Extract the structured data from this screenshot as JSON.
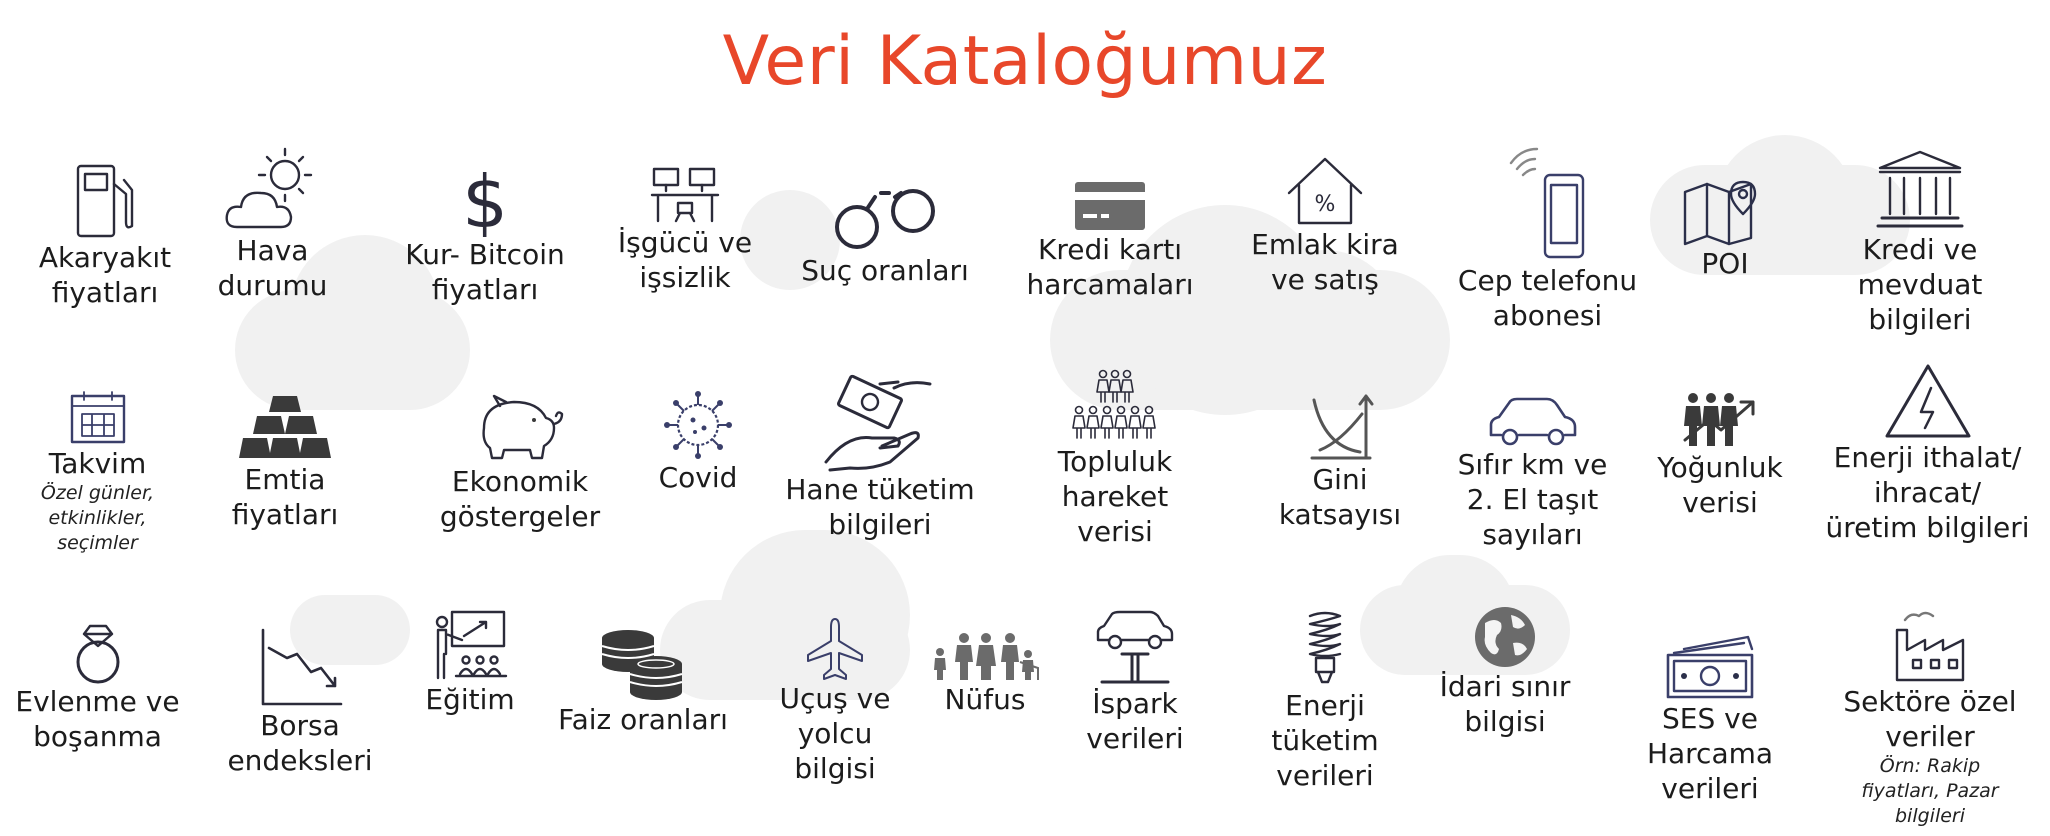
{
  "page": {
    "title": "Veri Kataloğumuz",
    "accent_color": "#e8472a"
  },
  "items": [
    {
      "id": "akaryakit",
      "label": "Akaryakıt\nfiyatları",
      "icon": "fuel-pump-icon"
    },
    {
      "id": "hava",
      "label": "Hava\ndurumu",
      "icon": "weather-sun-cloud-icon"
    },
    {
      "id": "kur",
      "label": "Kur- Bitcoin\nfiyatları",
      "icon": "dollar-sign-icon"
    },
    {
      "id": "isgucu",
      "label": "İşgücü ve\nişsizlik",
      "icon": "workstations-icon"
    },
    {
      "id": "suc",
      "label": "Suç oranları",
      "icon": "handcuffs-icon"
    },
    {
      "id": "kredikarti",
      "label": "Kredi kartı\nharcamaları",
      "icon": "credit-card-icon"
    },
    {
      "id": "emlak",
      "label": "Emlak kira\nve satış",
      "icon": "house-percent-icon"
    },
    {
      "id": "cep",
      "label": "Cep telefonu\nabonesi",
      "icon": "mobile-phone-icon"
    },
    {
      "id": "poi",
      "label": "POI",
      "icon": "map-pin-icon"
    },
    {
      "id": "kredimevduat",
      "label": "Kredi ve\nmevduat\nbilgileri",
      "icon": "bank-icon"
    },
    {
      "id": "takvim",
      "label": "Takvim",
      "sub": "Özel günler,\netkinlikler,\nseçimler",
      "icon": "calendar-icon"
    },
    {
      "id": "emtia",
      "label": "Emtia\nfiyatları",
      "icon": "gold-bars-icon"
    },
    {
      "id": "ekonomik",
      "label": "Ekonomik\ngöstergeler",
      "icon": "piggy-bank-icon"
    },
    {
      "id": "covid",
      "label": "Covid",
      "icon": "virus-icon"
    },
    {
      "id": "hane",
      "label": "Hane tüketim\nbilgileri",
      "icon": "hand-money-icon"
    },
    {
      "id": "topluluk",
      "label": "Topluluk\nhareket verisi",
      "icon": "crowd-icon"
    },
    {
      "id": "gini",
      "label": "Gini\nkatsayısı",
      "icon": "gini-curve-icon"
    },
    {
      "id": "sifirkm",
      "label": "Sıfır km ve\n2. El taşıt\nsayıları",
      "icon": "car-icon"
    },
    {
      "id": "yogunluk",
      "label": "Yoğunluk\nverisi",
      "icon": "people-growth-icon"
    },
    {
      "id": "enerjiithalat",
      "label": "Enerji ithalat/\nihracat/\nüretim bilgileri",
      "icon": "high-voltage-icon"
    },
    {
      "id": "evlenme",
      "label": "Evlenme ve\nboşanma",
      "icon": "ring-icon"
    },
    {
      "id": "borsa",
      "label": "Borsa\nendeksleri",
      "icon": "falling-chart-icon"
    },
    {
      "id": "egitim",
      "label": "Eğitim",
      "icon": "classroom-icon"
    },
    {
      "id": "faiz",
      "label": "Faiz oranları",
      "icon": "coins-icon"
    },
    {
      "id": "ucus",
      "label": "Uçuş ve\nyolcu\nbilgisi",
      "icon": "airplane-icon"
    },
    {
      "id": "nufus",
      "label": "Nüfus",
      "icon": "family-icon"
    },
    {
      "id": "ispark",
      "label": "İspark\nverileri",
      "icon": "car-lift-icon"
    },
    {
      "id": "enerjituketim",
      "label": "Enerji\ntüketim\nverileri",
      "icon": "light-bulb-icon"
    },
    {
      "id": "idari",
      "label": "İdari sınır\nbilgisi",
      "icon": "globe-icon"
    },
    {
      "id": "ses",
      "label": "SES ve\nHarcama\nverileri",
      "icon": "banknotes-icon"
    },
    {
      "id": "sektore",
      "label": "Sektöre özel\nveriler",
      "sub": "Örn: Rakip\nfiyatları, Pazar\nbilgileri",
      "icon": "factory-icon"
    }
  ]
}
